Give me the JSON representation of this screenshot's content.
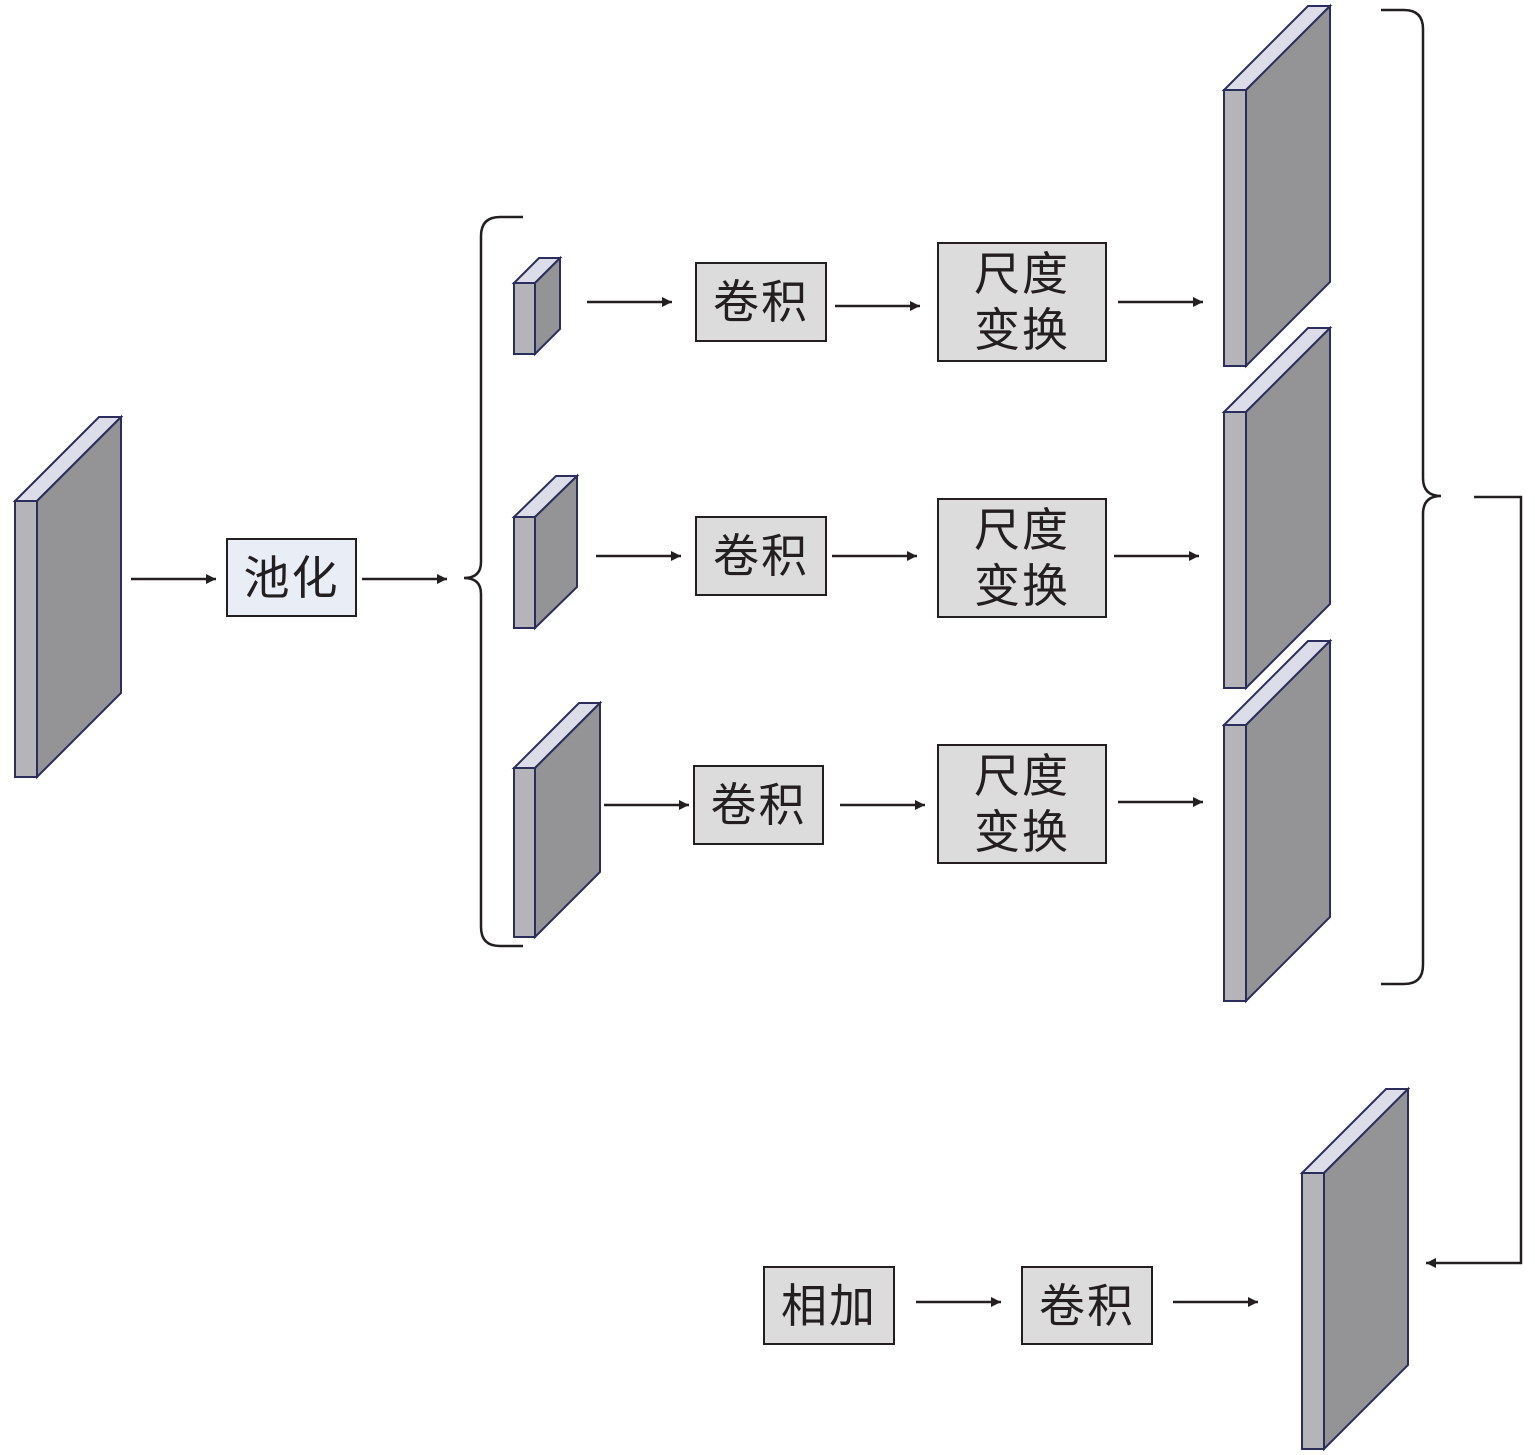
{
  "labels": {
    "pool": "池化",
    "conv": "卷积",
    "scale_line1": "尺度",
    "scale_line2": "变换",
    "add": "相加"
  },
  "colors": {
    "tensor_front": "#b5b4b9",
    "tensor_side": "#949396",
    "tensor_top": "#dcdde8",
    "tensor_edge": "#2b2d5a",
    "box_fill": "#dcdcdc",
    "pool_fill": "#e9edf6",
    "line": "#231f20"
  }
}
